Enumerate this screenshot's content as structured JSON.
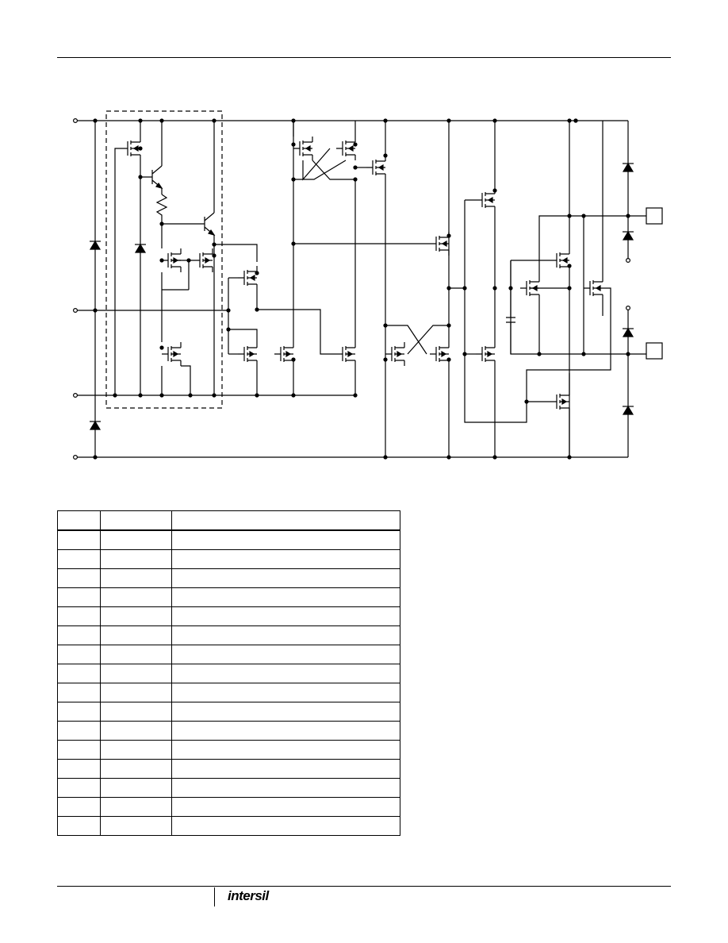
{
  "brand": {
    "logo_text": "intersil",
    "logo_icon": "intersil-logo"
  },
  "schematic": {
    "components": [
      "pmos-transistor",
      "nmos-transistor",
      "npn-transistor",
      "diode",
      "zener-diode",
      "resistor",
      "capacitor",
      "output-pad"
    ]
  },
  "table": {
    "columns": 3,
    "body_rows": 16
  }
}
